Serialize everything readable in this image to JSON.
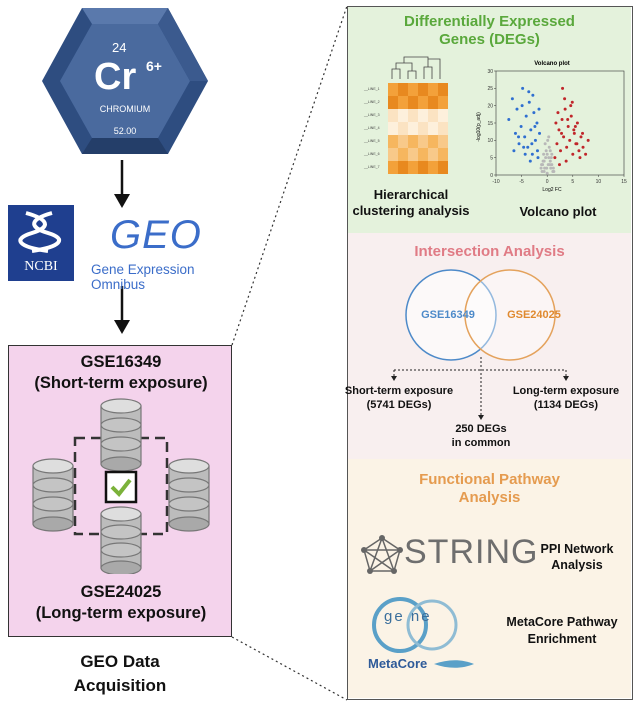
{
  "element": {
    "number": "24",
    "symbol": "Cr",
    "charge": "6+",
    "name": "CHROMIUM",
    "mass": "52.00"
  },
  "geo": {
    "ncbi": "NCBI",
    "logo": "GEO",
    "full_name": "Gene Expression Omnibus"
  },
  "acquisition": {
    "dataset1": {
      "id": "GSE16349",
      "desc": "(Short-term exposure)"
    },
    "dataset2": {
      "id": "GSE24025",
      "desc": "(Long-term exposure)"
    },
    "caption_line1": "GEO Data",
    "caption_line2": "Acquisition"
  },
  "deg": {
    "title_line1": "Differentially Expressed",
    "title_line2": "Genes (DEGs)",
    "heatmap_label_line1": "Hierarchical",
    "heatmap_label_line2": "clustering analysis",
    "volcano_label": "Volcano plot"
  },
  "intersection": {
    "title": "Intersection Analysis",
    "set1": "GSE16349",
    "set2": "GSE24025",
    "short_line1": "Short-term exposure",
    "short_line2": "(5741 DEGs)",
    "long_line1": "Long-term exposure",
    "long_line2": "(1134 DEGs)",
    "common_line1": "250 DEGs",
    "common_line2": "in common"
  },
  "functional": {
    "title_line1": "Functional Pathway",
    "title_line2": "Analysis",
    "string_logo": "STRING",
    "ppi_line1": "PPI Network",
    "ppi_line2": "Analysis",
    "metacore_logo_top": "ge ne",
    "metacore_logo": "MetaCore",
    "metacore_line1": "MetaCore Pathway",
    "metacore_line2": "Enrichment"
  },
  "chart_data": {
    "type": "scatter",
    "title": "Volcano plot",
    "xlabel": "Log2 FC",
    "ylabel": "-log10(p_adj)",
    "xlim": [
      -10,
      15
    ],
    "ylim": [
      0,
      30
    ],
    "xticks": [
      "-10",
      "-5",
      "0",
      "5",
      "10",
      "15"
    ],
    "yticks": [
      "0",
      "5",
      "10",
      "15",
      "20",
      "25",
      "30"
    ],
    "series": [
      {
        "color": "#2f6fd0",
        "x": [
          -7.5,
          -6.8,
          -6.2,
          -5.9,
          -5.5,
          -5.1,
          -4.8,
          -4.4,
          -4.1,
          -3.8,
          -3.5,
          -3.2,
          -2.9,
          -2.6,
          -2.3,
          -2.0,
          -1.8,
          -1.5,
          -6.5,
          -5.6,
          -4.9,
          -4.3,
          -3.6,
          -3.0,
          -2.4,
          -1.9,
          -1.6,
          -3.3,
          -4.6,
          -2.8
        ],
        "y": [
          16,
          22,
          12,
          19,
          9,
          14,
          25,
          11,
          17,
          8,
          21,
          13,
          6,
          18,
          10,
          15,
          5,
          12,
          7,
          11,
          20,
          6,
          24,
          9,
          14,
          7,
          19,
          4,
          8,
          23
        ]
      },
      {
        "color": "#c0262a",
        "x": [
          1.5,
          1.9,
          2.3,
          2.6,
          2.9,
          3.2,
          3.5,
          3.8,
          4.1,
          4.4,
          4.7,
          5.0,
          5.3,
          5.6,
          5.9,
          6.2,
          6.6,
          7.0,
          7.5,
          8.0,
          2.1,
          2.8,
          3.4,
          4.0,
          4.6,
          5.2,
          5.8,
          6.4,
          3.0,
          4.9,
          2.4,
          3.7,
          5.5,
          6.9,
          1.7
        ],
        "y": [
          5,
          9,
          13,
          7,
          16,
          11,
          19,
          8,
          14,
          10,
          17,
          6,
          12,
          9,
          15,
          7,
          11,
          8,
          6,
          10,
          18,
          12,
          22,
          16,
          20,
          13,
          9,
          5,
          25,
          21,
          3,
          4,
          14,
          12,
          15
        ]
      },
      {
        "color": "#b8b8b8",
        "x": [
          -1.2,
          -0.9,
          -0.6,
          -0.3,
          0,
          0.3,
          0.6,
          0.9,
          1.2,
          -1.0,
          -0.5,
          0.2,
          0.7,
          1.1,
          -0.8,
          -0.2,
          0.4,
          0.9,
          -0.4,
          0.1,
          0.5,
          -0.7,
          0.8,
          -1.1,
          1.3,
          -0.1,
          0.3,
          -0.6,
          0.6,
          0.0
        ],
        "y": [
          2,
          3,
          4,
          5,
          6,
          5,
          4,
          3,
          2,
          1,
          2,
          3,
          2,
          1,
          4,
          7,
          8,
          6,
          9,
          10,
          3,
          6,
          5,
          3,
          1,
          2,
          11,
          1,
          7,
          0.5
        ]
      }
    ]
  }
}
